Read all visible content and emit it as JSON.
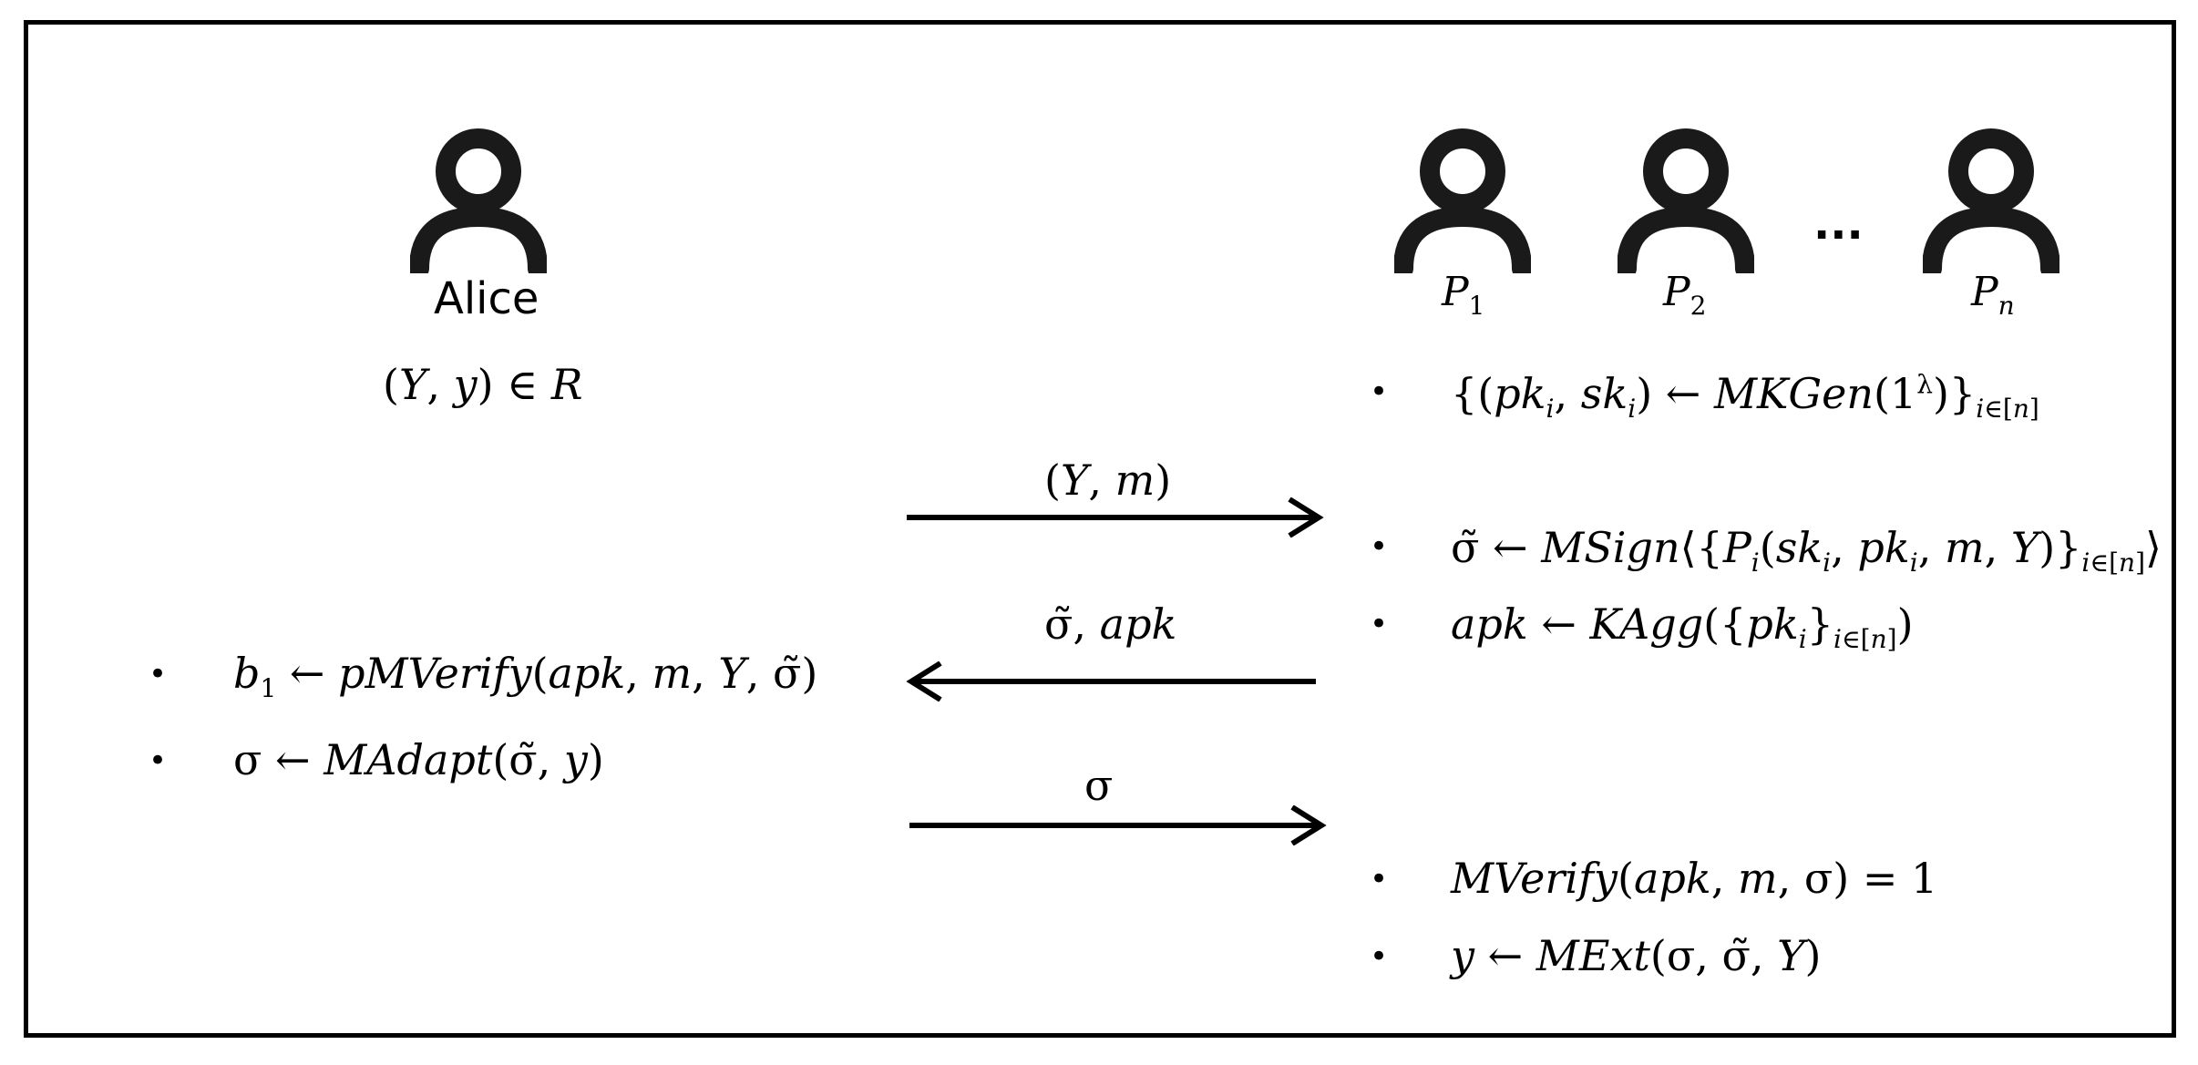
{
  "parties": {
    "alice": {
      "name": "Alice",
      "relation": "(Y, y) ∈ R",
      "icon": "person-icon"
    },
    "signers": [
      {
        "label": "P",
        "sub": "1",
        "icon": "person-icon"
      },
      {
        "label": "P",
        "sub": "2",
        "icon": "person-icon"
      },
      {
        "label": "P",
        "sub": "n",
        "icon": "person-icon"
      }
    ],
    "ellipsis": "..."
  },
  "messages": [
    {
      "text": "(Y, m)",
      "direction": "right"
    },
    {
      "text": "σ̃, apk",
      "direction": "left"
    },
    {
      "text": "σ",
      "direction": "right"
    }
  ],
  "alice_steps": [
    "b₁ ← pMVerify(apk, m, Y, σ̃)",
    "σ ← MAdapt(σ̃, y)"
  ],
  "signer_steps": [
    "{(pkᵢ, skᵢ) ← MKGen(1^λ)}_{i∈[n]}",
    "σ̃ ← MSign⟨{Pᵢ(skᵢ, pkᵢ, m, Y)}_{i∈[n]}⟩",
    "apk ← KAgg({pkᵢ}_{i∈[n]})"
  ],
  "verifier_steps": [
    "MVerify(apk, m, σ) = 1",
    "y ← MExt(σ, σ̃, Y)"
  ],
  "bullet": "•"
}
